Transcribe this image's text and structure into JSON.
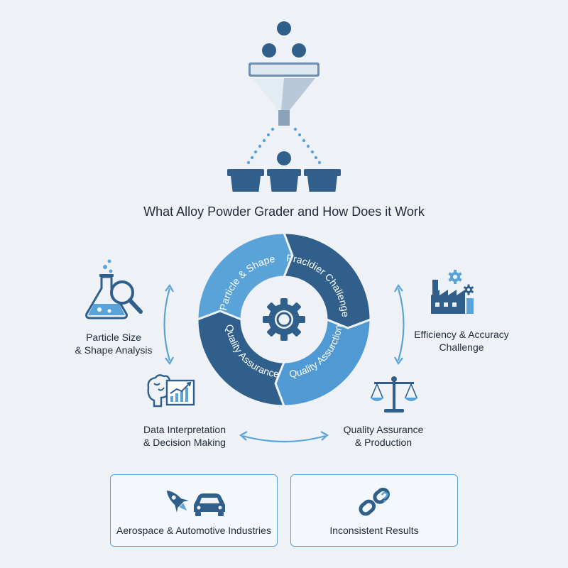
{
  "title": "What Alloy Powder Grader and How Does it Work",
  "cycle": {
    "segments": [
      {
        "label": "Particle & Shape"
      },
      {
        "label": "Pracldier Challenge"
      },
      {
        "label": "Quality Assurction"
      },
      {
        "label": "Quality Assurance"
      }
    ],
    "center_icon": "gear-icon"
  },
  "left_top": {
    "line1": "Particle Size",
    "line2": "& Shape Analysis",
    "icon": "flask-magnifier-icon"
  },
  "left_bottom": {
    "line1": "Data Interpretation",
    "line2": "& Decision Making",
    "icon": "brain-chart-icon"
  },
  "right_top": {
    "line1": "Efficiency & Accuracy",
    "line2": "Challenge",
    "icon": "factory-icon"
  },
  "right_bottom": {
    "line1": "Quality Assurance",
    "line2": "& Production",
    "icon": "scale-icon"
  },
  "boxes": [
    {
      "label": "Aerospace & Automotive Industries",
      "icon": "rocket-car-icon"
    },
    {
      "label": "Inconsistent Results",
      "icon": "broken-link-icon"
    }
  ],
  "colors": {
    "dark_blue": "#2f5f8a",
    "light_blue": "#5aa3d8",
    "accent": "#4f9ad4"
  }
}
